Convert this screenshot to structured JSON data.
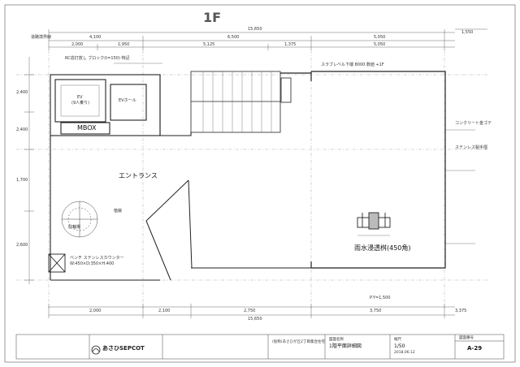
{
  "floor_label": "1F",
  "dimensions": {
    "top_total": "15,650",
    "top_right": "1,550",
    "top_row": [
      "4,100",
      "6,500",
      "5,050"
    ],
    "sub_row": [
      "2,000",
      "1,950",
      "5,125",
      "1,375",
      "5,050"
    ],
    "bottom_total": "15,650",
    "bottom_row": [
      "2,000",
      "2,100",
      "2,750",
      "3,750",
      "3,375"
    ],
    "left_side": [
      "2,400",
      "2,400",
      "1,700",
      "2,600"
    ]
  },
  "rooms": {
    "ev": "EV",
    "ev_sub": "(9人乗り)",
    "mbox": "MBOX",
    "entrance": "エントランス",
    "toilet": "EVホール"
  },
  "notes": {
    "top_left": "道路境界線",
    "slab_top": "スラブレベル下端 8000 数値 +1F",
    "wall_1": "RC造打放し ブロック(t=150) 特記",
    "wall_2": "ステンレス製手摺",
    "rain_pipe": "雨水浸透桝",
    "rain_pipe_size": "(450角)",
    "bicycle": "駐輪場",
    "bench": "ベンチ ステンレスカウンター",
    "bench_size": "W:450×D:350×H:400",
    "pot": "植栽",
    "plan_ref": "P.Y=1,500",
    "finish": "コンクリート金ゴテ"
  },
  "title_block": {
    "company": "あさひSEPCOT",
    "project": "(仮称)あさひが丘2丁目集合住宅",
    "drawing_title": "1階平面詳細図",
    "scale": "1/50",
    "sheet_no": "A-29",
    "date": "2018.06.12",
    "col_labels": [
      "図面名称",
      "縮尺",
      "図面番号"
    ]
  }
}
